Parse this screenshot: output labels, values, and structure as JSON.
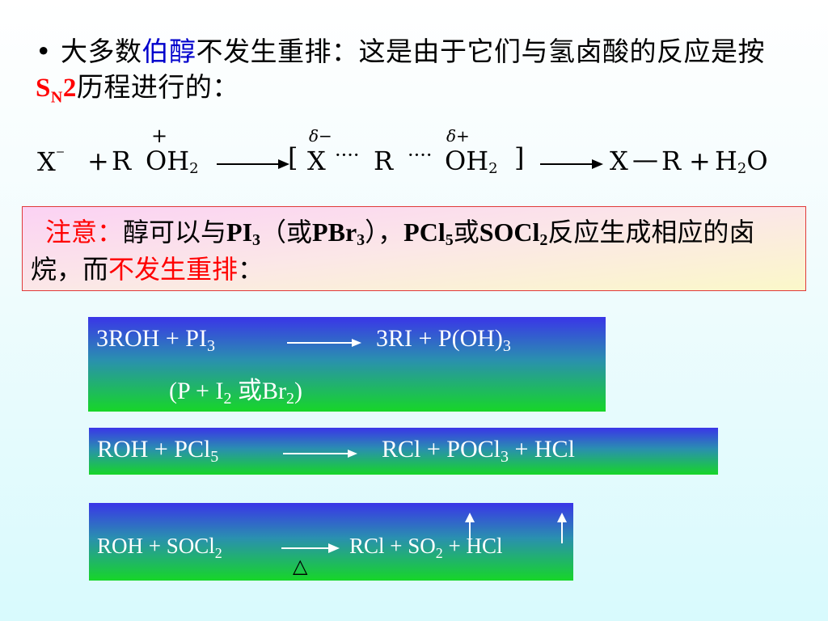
{
  "bullet": {
    "marker": "•",
    "part1": "大多数",
    "highlight1": "伯醇",
    "part2": "不发生重排：这是由于它们与氢卤酸的反应是按",
    "sn_s": "S",
    "sn_n": "N",
    "sn_2": "2",
    "part3": "历程进行的："
  },
  "reaction1": {
    "x": "X",
    "x_sup": "⁻",
    "plus1": "+",
    "r": "R",
    "oh2": "OH",
    "oh2_sub": "2",
    "oh_plus": "+",
    "bracket_open": "[",
    "ts_x": "X",
    "dash1": "····",
    "ts_r": "R",
    "dash2": "····",
    "ts_oh": "OH",
    "ts_oh_sub": "2",
    "delta_minus": "δ−",
    "delta_plus": "δ+",
    "bracket_close": "]",
    "prod_x": "X",
    "bond": "—",
    "prod_r": "R",
    "plus2": "+",
    "h2o_h": "H",
    "h2o_sub": "2",
    "h2o_o": "O"
  },
  "note": {
    "label": "注意：",
    "text1": "醇可以与",
    "pi3": "PI",
    "pi3_sub": "3",
    "text2": "（或",
    "pbr3": "PBr",
    "pbr3_sub": "3",
    "text3": "），",
    "pcl5": "PCl",
    "pcl5_sub": "5",
    "text4": "或",
    "socl2": "SOCl",
    "socl2_sub": "2",
    "text5": "反应生成相应的卤烷，而",
    "highlight": "不发生重排",
    "text6": "："
  },
  "box1": {
    "lhs": "3ROH + PI",
    "lhs_sub": "3",
    "rhs": "3RI + P(OH)",
    "rhs_sub": "3",
    "cond_a": "(P + I",
    "cond_a_sub": "2",
    "cond_b": " 或Br",
    "cond_b_sub": "2",
    "cond_c": ")"
  },
  "box2": {
    "lhs": "ROH + PCl",
    "lhs_sub": "5",
    "rhs_a": "RCl + POCl",
    "rhs_a_sub": "3",
    "rhs_b": " +  HCl"
  },
  "box3": {
    "lhs": "ROH + SOCl",
    "lhs_sub": "2",
    "rhs_a": "RCl + SO",
    "rhs_a_sub": "2",
    "rhs_b": " + HCl",
    "condition": "△"
  },
  "colors": {
    "highlight_blue": "#0000cc",
    "highlight_red": "#ff0000",
    "box_top": "#3a35e8",
    "box_bottom": "#17d628"
  }
}
